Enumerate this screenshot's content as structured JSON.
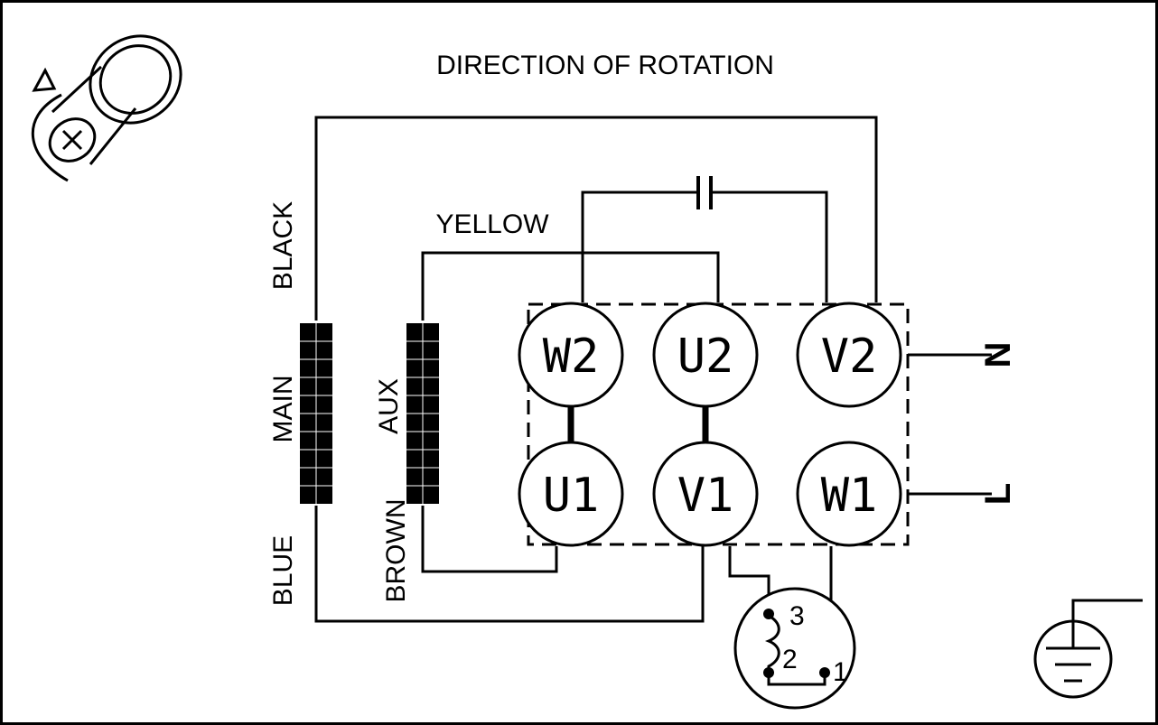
{
  "title": "DIRECTION OF ROTATION",
  "wires": {
    "black": "BLACK",
    "blue": "BLUE",
    "yellow": "YELLOW",
    "brown": "BROWN"
  },
  "windings": {
    "main": "MAIN",
    "aux": "AUX"
  },
  "terminals": {
    "w2": "W2",
    "u2": "U2",
    "v2": "V2",
    "u1": "U1",
    "v1": "V1",
    "w1": "W1"
  },
  "supply": {
    "neutral": "N",
    "line": "L"
  },
  "thermal_protector": {
    "pin3": "3",
    "pin2": "2",
    "pin1": "1"
  },
  "icons": [
    "rotation-shaft-icon",
    "capacitor-icon",
    "ground-icon"
  ],
  "colors": {
    "line": "#000000",
    "background": "#ffffff"
  }
}
